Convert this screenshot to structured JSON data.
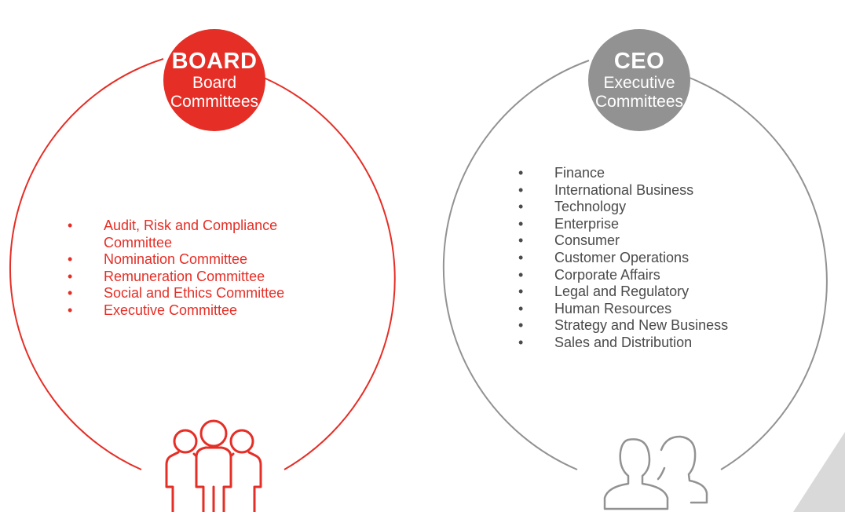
{
  "board": {
    "title": "BOARD",
    "subtitle_line1": "Board",
    "subtitle_line2": "Committees",
    "color": "#e52e26",
    "items": [
      "Audit, Risk and Compliance Committee",
      "Nomination Committee",
      "Remuneration Committee",
      "Social and Ethics Committee",
      "Executive Committee"
    ]
  },
  "ceo": {
    "title": "CEO",
    "subtitle_line1": "Executive",
    "subtitle_line2": "Committees",
    "color": "#929292",
    "items": [
      "Finance",
      "International Business",
      "Technology",
      "Enterprise",
      "Consumer",
      "Customer Operations",
      "Corporate Affairs",
      "Legal and Regulatory",
      "Human Resources",
      "Strategy and New Business",
      "Sales and Distribution"
    ]
  },
  "icons": {
    "board_icon": "people-group-icon",
    "ceo_icon": "two-person-icon"
  },
  "bullet_char": "•"
}
